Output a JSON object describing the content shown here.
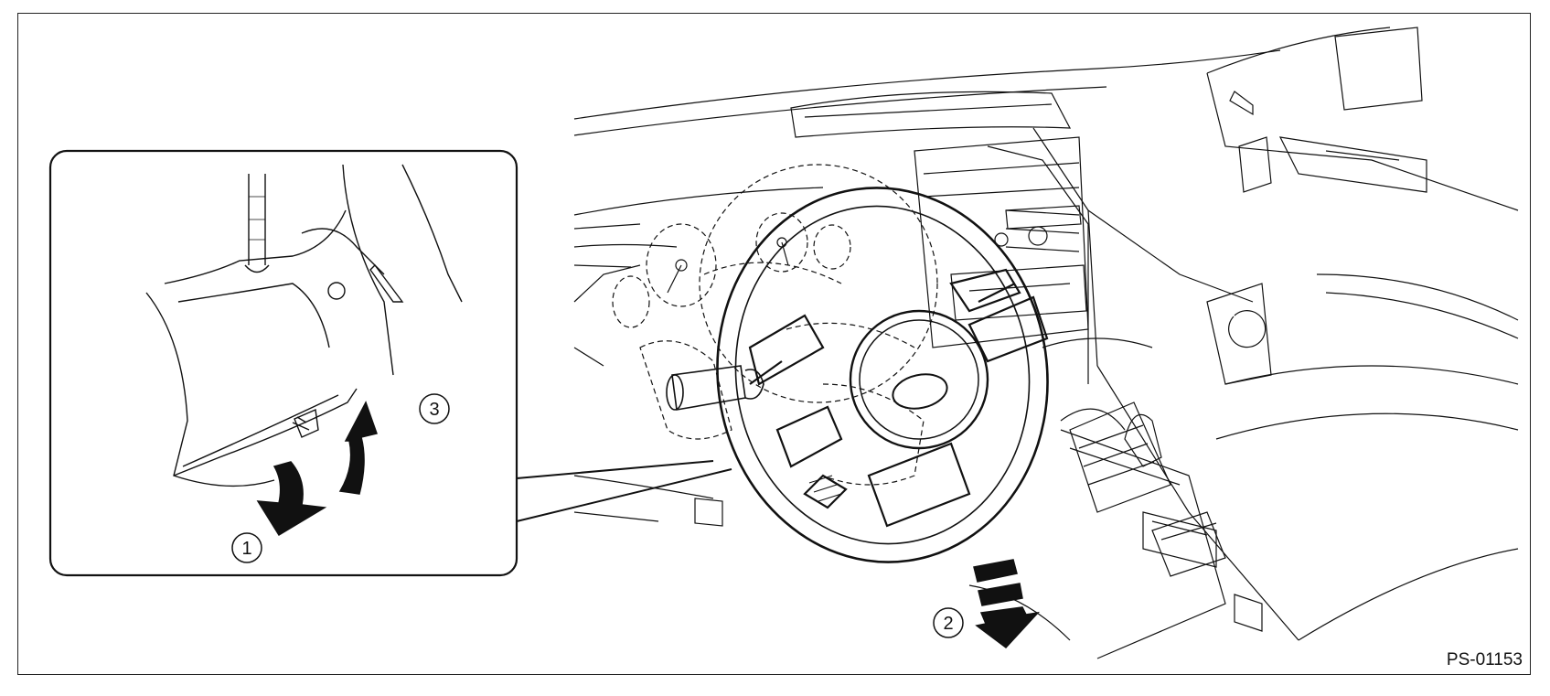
{
  "figure_id": "PS-01153",
  "step_labels": [
    "1",
    "2",
    "3"
  ],
  "colors": {
    "line": "#111111",
    "background": "#ffffff"
  }
}
